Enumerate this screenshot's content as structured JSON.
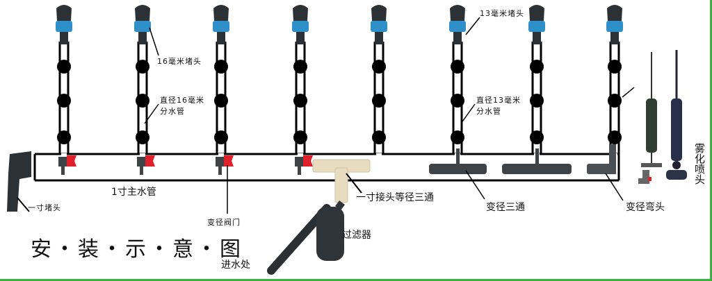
{
  "title": "安・装・示・意・图",
  "labels": {
    "plug16": "16毫米堵头",
    "branch16_l1": "直径16毫米",
    "branch16_l2": "分水管",
    "plug13": "13毫米堵头",
    "branch13_l1": "直径13毫米",
    "branch13_l2": "分水管",
    "main_pipe": "1寸主水管",
    "end_plug": "一寸堵头",
    "valve": "变径阀门",
    "equal_tee": "一寸接头等径三通",
    "reducing_tee": "变径三通",
    "reducing_elbow": "变径弯头",
    "mist_nozzle": "雾化喷头",
    "filter": "过滤器",
    "inlet": "进水处"
  },
  "colors": {
    "emitter_blue": "#2f8fc8",
    "valve_red": "#e0202a",
    "border_green": "#3cb043",
    "fitting_gray": "#3d4347",
    "tee_beige": "#e8dcc0"
  }
}
